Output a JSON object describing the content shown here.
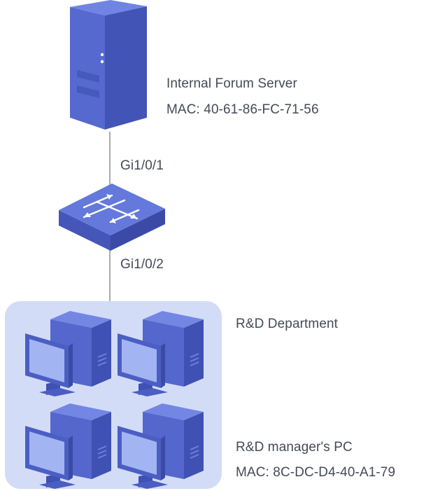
{
  "server": {
    "name": "Internal Forum Server",
    "mac": "MAC: 40-61-86-FC-71-56"
  },
  "links": {
    "uplink_port": "Gi1/0/1",
    "downlink_port": "Gi1/0/2"
  },
  "department": {
    "name": "R&D Department",
    "manager_pc": "R&D manager's PC",
    "manager_mac": "MAC: 8C-DC-D4-40-A1-79"
  },
  "colors": {
    "device_front": "#5569cf",
    "device_side": "#4254b6",
    "device_top": "#6f83e2",
    "monitor_screen": "#a4b5f2",
    "department_bg": "#d3dcf7",
    "line": "#8a8f99",
    "text": "#444a55"
  },
  "icons": {
    "server": "server-icon",
    "switch": "switch-icon",
    "pc": "desktop-pc-icon"
  }
}
